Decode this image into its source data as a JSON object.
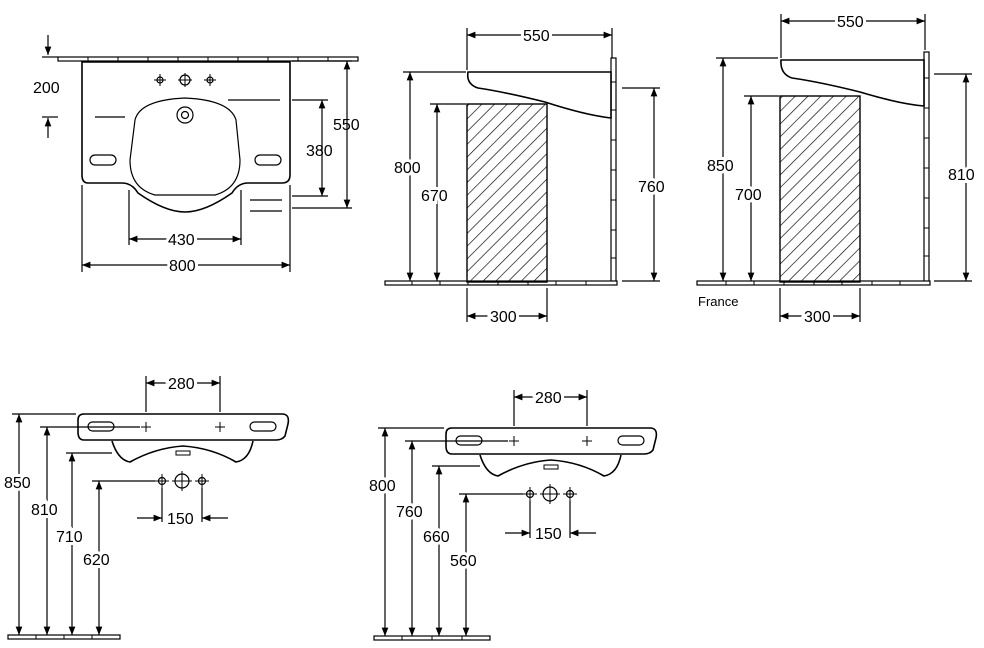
{
  "view_front": {
    "dim_width": "800",
    "dim_bowl": "430",
    "dim_depth": "550",
    "dim_inner": "380",
    "dim_top": "200"
  },
  "view_side_left": {
    "dim_depth": "550",
    "dim_height": "800",
    "dim_knee": "670",
    "dim_rim": "760",
    "dim_knee_depth": "300"
  },
  "view_side_right": {
    "dim_depth": "550",
    "dim_height": "850",
    "dim_knee": "700",
    "dim_rim": "810",
    "dim_knee_depth": "300",
    "note": "France"
  },
  "view_bottom_left": {
    "dim_holes": "280",
    "dim_h1": "850",
    "dim_h2": "810",
    "dim_h3": "710",
    "dim_h4": "620",
    "dim_tap": "150"
  },
  "view_bottom_right": {
    "dim_holes": "280",
    "dim_h1": "800",
    "dim_h2": "760",
    "dim_h3": "660",
    "dim_h4": "560",
    "dim_tap": "150"
  }
}
